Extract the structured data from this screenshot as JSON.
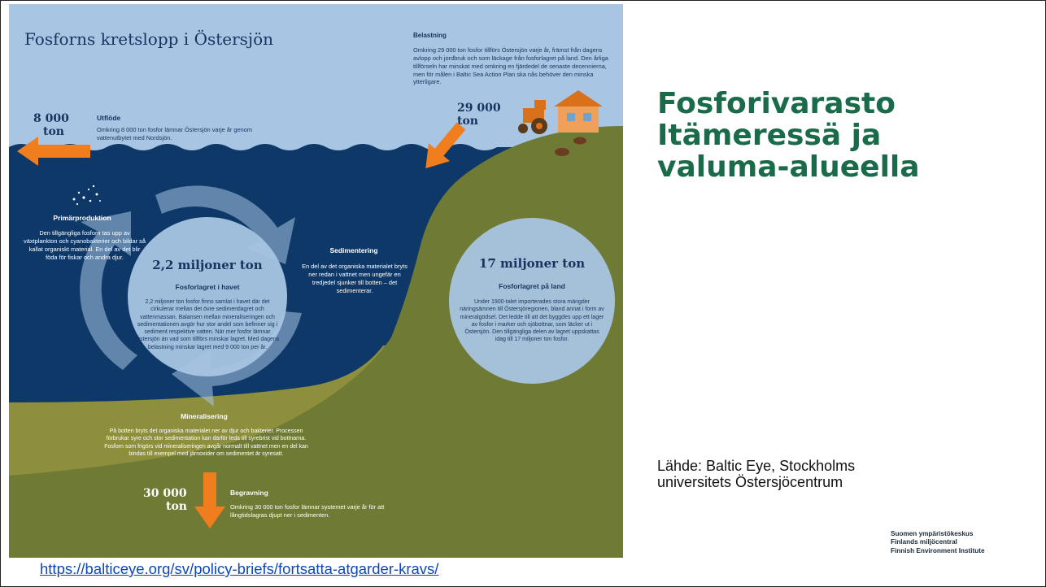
{
  "infographic": {
    "title": "Fosforns kretslopp i Östersjön",
    "belastning": {
      "heading": "Belastning",
      "body": "Omkring 29 000 ton fosfor tillförs Östersjön varje år, främst från dagens avlopp och jordbruk och som läckage från fosforlagret på land. Den årliga tillförseln har minskat med omkring en fjärdedel de senaste decennierna, men för målen i Baltic Sea Action Plan ska nås behöver den minska ytterligare.",
      "amount": "29 000",
      "unit": "ton"
    },
    "utflode": {
      "amount": "8 000",
      "unit": "ton",
      "heading": "Utflöde",
      "body": "Omkring 8 000 ton fosfor lämnar Östersjön varje år genom vattenutbytet med Nordsjön."
    },
    "primarproduktion": {
      "heading": "Primärproduktion",
      "body": "Den tillgängliga fosforn tas upp av växtplankton och cyanobakterier och bildar så kallat organiskt material. En del av det blir föda för fiskar och andra djur."
    },
    "sedimentering": {
      "heading": "Sedimentering",
      "body": "En del av det organiska materialet bryts ner redan i vattnet men ungefär en tredjedel sjunker till botten – det sedimenterar."
    },
    "havet": {
      "amount": "2,2 miljoner ton",
      "heading": "Fosforlagret i havet",
      "body": "2,2 miljoner ton fosfor finns samlat i havet där det cirkulerar mellan det övre sedimentlagret och vattenmassan. Balansen mellan mineraliseringen och sedimentationen avgör hur stor andel som befinner sig i sediment respektive vatten. När mer fosfor lämnar Östersjön än vad som tillförs minskar lagret. Med dagens belastning minskar lagret med 9 000 ton per år."
    },
    "land": {
      "amount": "17 miljoner ton",
      "heading": "Fosforlagret på land",
      "body": "Under 1900-talet importerades stora mängder näringsämnen till Östersjöregionen, bland annat i form av mineralgödsel. Det ledde till att det byggdes upp ett lager av fosfor i marker och sjöbottnar, som läcker ut i Östersjön. Den tillgängliga delen av lagret uppskattas idag till 17 miljoner ton fosfor."
    },
    "mineralisering": {
      "heading": "Mineralisering",
      "body": "På botten bryts det organiska materialet ner av djur och bakterier. Processen förbrukar syre och stor sedimentation kan därför leda till syrebrist vid bottnarna. Fosforn som frigörs vid mineraliseringen avgår normalt till vattnet men en del kan bindas till exempel med järnoxider om sedimentet är syresatt."
    },
    "begravning": {
      "amount": "30 000",
      "unit": "ton",
      "heading": "Begravning",
      "body": "Omkring 30 000 ton fosfor lämnar systemet varje år för att långtidslagras djupt ner i sedimenten."
    }
  },
  "slide": {
    "title": "Fosforivarasto Itämeressä ja valuma-alueella",
    "source": "Lähde: Baltic Eye, Stockholms universitets Östersjöcentrum",
    "link": "https://balticeye.org/sv/policy-briefs/fortsatta-atgarder-kravs/"
  },
  "logo": {
    "lines": [
      "Suomen ympäristökeskus",
      "Finlands miljöcentral",
      "Finnish Environment Institute"
    ]
  },
  "colors": {
    "sky": "#a8c5e3",
    "sea": "#0e3868",
    "land": "#6f7a34",
    "sediment": "#8d8f3c",
    "arrow": "#f07e1f",
    "title_green": "#1a6b4a",
    "link_blue": "#0f47b6"
  }
}
